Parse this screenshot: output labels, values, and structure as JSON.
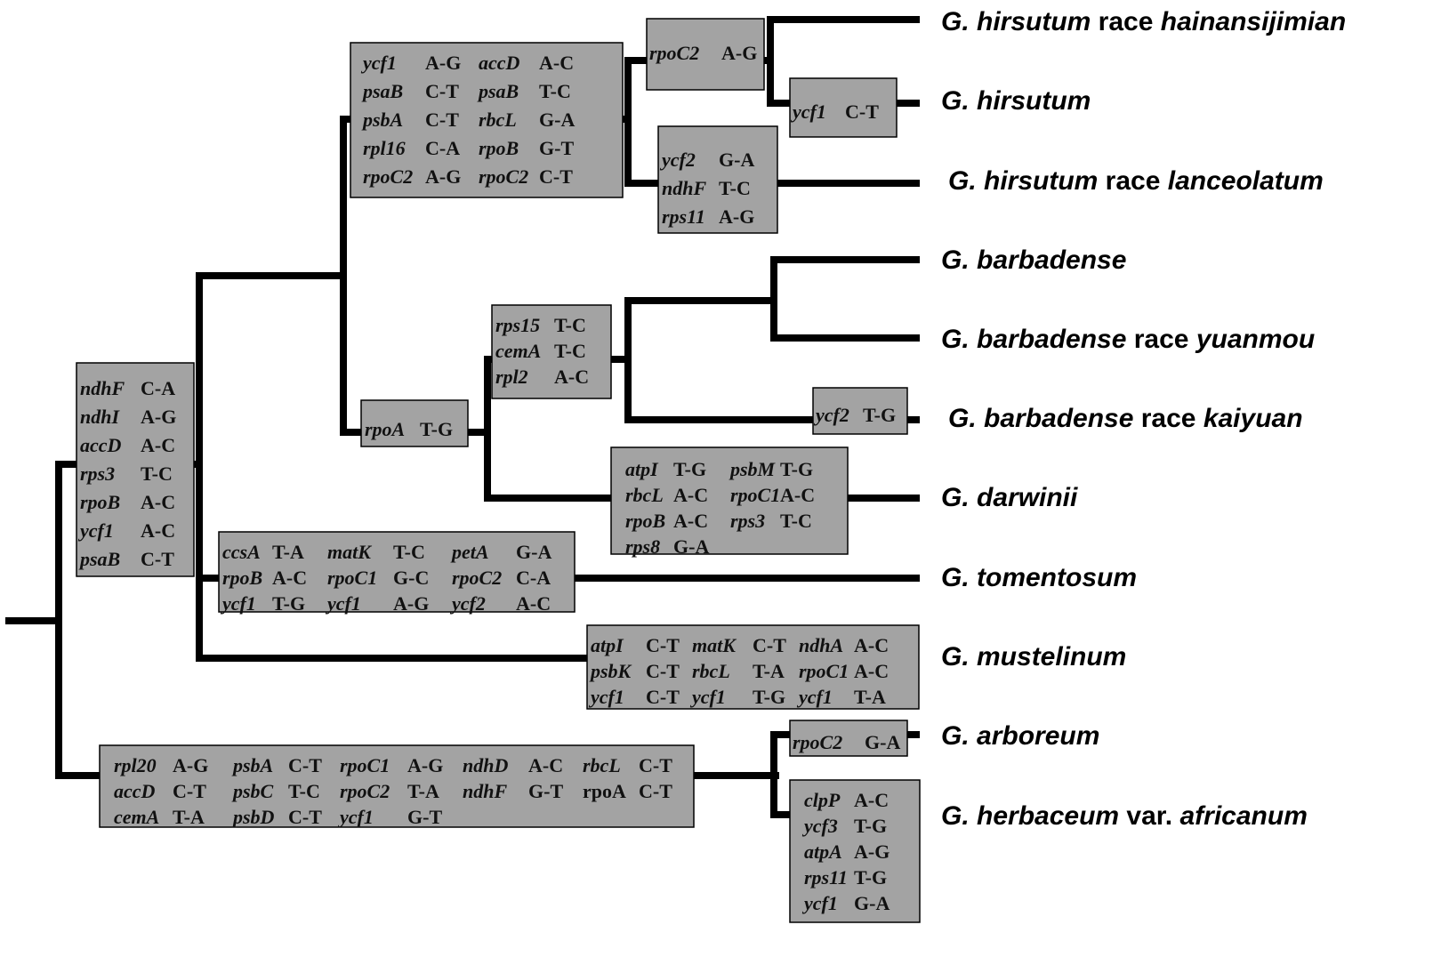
{
  "taxa": [
    {
      "id": "hainansijimian",
      "parts": [
        {
          "t": "G. hirsutum",
          "i": true
        },
        {
          "t": " race ",
          "i": false
        },
        {
          "t": "hainansijimian",
          "i": true
        }
      ]
    },
    {
      "id": "hirsutum",
      "parts": [
        {
          "t": "G. hirsutum",
          "i": true
        }
      ]
    },
    {
      "id": "lanceolatum",
      "parts": [
        {
          "t": "G. hirsutum",
          "i": true
        },
        {
          "t": " race ",
          "i": false
        },
        {
          "t": "lanceolatum",
          "i": true
        }
      ]
    },
    {
      "id": "barbadense",
      "parts": [
        {
          "t": "G. barbadense",
          "i": true
        }
      ]
    },
    {
      "id": "yuanmou",
      "parts": [
        {
          "t": "G. barbadense",
          "i": true
        },
        {
          "t": " race ",
          "i": false
        },
        {
          "t": "yuanmou",
          "i": true
        }
      ]
    },
    {
      "id": "kaiyuan",
      "parts": [
        {
          "t": "G. barbadense",
          "i": true
        },
        {
          "t": " race ",
          "i": false
        },
        {
          "t": "kaiyuan",
          "i": true
        }
      ]
    },
    {
      "id": "darwinii",
      "parts": [
        {
          "t": "G. darwinii",
          "i": true
        }
      ]
    },
    {
      "id": "tomentosum",
      "parts": [
        {
          "t": "G. tomentosum",
          "i": true
        }
      ]
    },
    {
      "id": "mustelinum",
      "parts": [
        {
          "t": "G. mustelinum",
          "i": true
        }
      ]
    },
    {
      "id": "arboreum",
      "parts": [
        {
          "t": "G. arboreum",
          "i": true
        }
      ]
    },
    {
      "id": "herbaceum",
      "parts": [
        {
          "t": "G. herbaceum",
          "i": true
        },
        {
          "t": " var. ",
          "i": false
        },
        {
          "t": "africanum",
          "i": true
        }
      ]
    }
  ],
  "mutation_boxes": [
    {
      "id": "base-clade",
      "lines": [
        [
          [
            "ndhF",
            "C-A"
          ]
        ],
        [
          [
            "ndhI",
            "A-G"
          ]
        ],
        [
          [
            "accD",
            "A-C"
          ]
        ],
        [
          [
            "rps3",
            "T-C"
          ]
        ],
        [
          [
            "rpoB",
            "A-C"
          ]
        ],
        [
          [
            "ycf1",
            "A-C"
          ]
        ],
        [
          [
            "psaB",
            "C-T"
          ]
        ]
      ]
    },
    {
      "id": "hirsutum-clade",
      "lines": [
        [
          [
            "ycf1",
            "A-G"
          ],
          [
            "accD",
            "A-C"
          ]
        ],
        [
          [
            "psaB",
            "C-T"
          ],
          [
            "psaB",
            "T-C"
          ]
        ],
        [
          [
            "psbA",
            "C-T"
          ],
          [
            "rbcL",
            "G-A"
          ]
        ],
        [
          [
            "rpl16",
            "C-A"
          ],
          [
            "rpoB",
            "G-T"
          ]
        ],
        [
          [
            "rpoC2",
            "A-G"
          ],
          [
            "rpoC2",
            "C-T"
          ]
        ]
      ]
    },
    {
      "id": "hainansijimian-hirsutum",
      "lines": [
        [
          [
            "rpoC2",
            "A-G"
          ]
        ]
      ]
    },
    {
      "id": "hirsutum-tip",
      "lines": [
        [
          [
            "ycf1",
            "C-T"
          ]
        ]
      ]
    },
    {
      "id": "lanceolatum-tip",
      "lines": [
        [
          [
            "ycf2",
            "G-A"
          ]
        ],
        [
          [
            "ndhF",
            "T-C"
          ]
        ],
        [
          [
            "rps11",
            "A-G"
          ]
        ]
      ]
    },
    {
      "id": "barbadense-darwinii",
      "lines": [
        [
          [
            "rpoA",
            "T-G"
          ]
        ]
      ]
    },
    {
      "id": "barbadense-clade",
      "lines": [
        [
          [
            "rps15",
            "T-C"
          ]
        ],
        [
          [
            "cemA",
            "T-C"
          ]
        ],
        [
          [
            "rpl2",
            "A-C"
          ]
        ]
      ]
    },
    {
      "id": "kaiyuan-tip",
      "lines": [
        [
          [
            "ycf2",
            "T-G"
          ]
        ]
      ]
    },
    {
      "id": "darwinii-tip",
      "lines": [
        [
          [
            "atpI",
            "T-G"
          ],
          [
            "psbM",
            "T-G"
          ]
        ],
        [
          [
            "rbcL",
            "A-C"
          ],
          [
            "rpoC1",
            "A-C"
          ]
        ],
        [
          [
            "rpoB",
            "A-C"
          ],
          [
            "rps3",
            "T-C"
          ]
        ],
        [
          [
            "rps8",
            "G-A"
          ]
        ]
      ]
    },
    {
      "id": "tomentosum-tip",
      "lines": [
        [
          [
            "ccsA",
            "T-A"
          ],
          [
            "matK",
            "T-C"
          ],
          [
            "petA",
            "G-A"
          ]
        ],
        [
          [
            "rpoB",
            "A-C"
          ],
          [
            "rpoC1",
            "G-C"
          ],
          [
            "rpoC2",
            "C-A"
          ]
        ],
        [
          [
            "ycf1",
            "T-G"
          ],
          [
            "ycf1",
            "A-G"
          ],
          [
            "ycf2",
            "A-C"
          ]
        ]
      ]
    },
    {
      "id": "mustelinum-tip",
      "lines": [
        [
          [
            "atpI",
            "C-T"
          ],
          [
            "matK",
            "C-T"
          ],
          [
            "ndhA",
            "A-C"
          ]
        ],
        [
          [
            "psbK",
            "C-T"
          ],
          [
            "rbcL",
            "T-A"
          ],
          [
            "rpoC1",
            "A-C"
          ]
        ],
        [
          [
            "ycf1",
            "C-T"
          ],
          [
            "ycf1",
            "T-G"
          ],
          [
            "ycf1",
            "T-A"
          ]
        ]
      ]
    },
    {
      "id": "a-genome-clade",
      "lines": [
        [
          [
            "rpl20",
            "A-G"
          ],
          [
            "psbA",
            "C-T"
          ],
          [
            "rpoC1",
            "A-G"
          ],
          [
            "ndhD",
            "A-C"
          ],
          [
            "rbcL",
            "C-T"
          ]
        ],
        [
          [
            "accD",
            "C-T"
          ],
          [
            "psbC",
            "T-C"
          ],
          [
            "rpoC2",
            "T-A"
          ],
          [
            "ndhF",
            "G-T"
          ],
          [
            "*rpoA",
            "C-T"
          ]
        ],
        [
          [
            "cemA",
            "T-A"
          ],
          [
            "psbD",
            "C-T"
          ],
          [
            "ycf1",
            "G-T"
          ]
        ]
      ]
    },
    {
      "id": "arboreum-tip",
      "lines": [
        [
          [
            "rpoC2",
            "G-A"
          ]
        ]
      ]
    },
    {
      "id": "herbaceum-tip",
      "lines": [
        [
          [
            "clpP",
            "A-C"
          ]
        ],
        [
          [
            "ycf3",
            "T-G"
          ]
        ],
        [
          [
            "atpA",
            "A-G"
          ]
        ],
        [
          [
            "rps11",
            "T-G"
          ]
        ],
        [
          [
            "ycf1",
            "G-A"
          ]
        ]
      ]
    }
  ]
}
